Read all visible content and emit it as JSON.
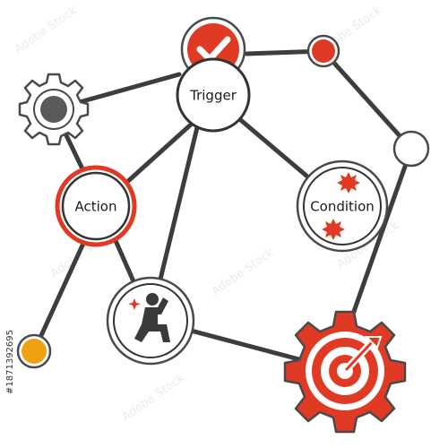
{
  "nodes": {
    "trigger": {
      "label": "Trigger"
    },
    "action": {
      "label": "Action"
    },
    "condition": {
      "label": "Condition"
    }
  },
  "watermark": {
    "text": "Adobe Stock",
    "id": "#1871392695"
  },
  "colors": {
    "red": "#e03a24",
    "outline": "#4a4a4a",
    "orange": "#f0a010",
    "gear_gray": "#5a5a5a",
    "line": "#3d3d3d"
  },
  "icons": {
    "trigger_badge": "checkmark-icon",
    "person": "person-sitting-icon",
    "target": "target-gear-icon",
    "condition_blobs": "splat-icon",
    "small_gear": "gear-icon"
  }
}
